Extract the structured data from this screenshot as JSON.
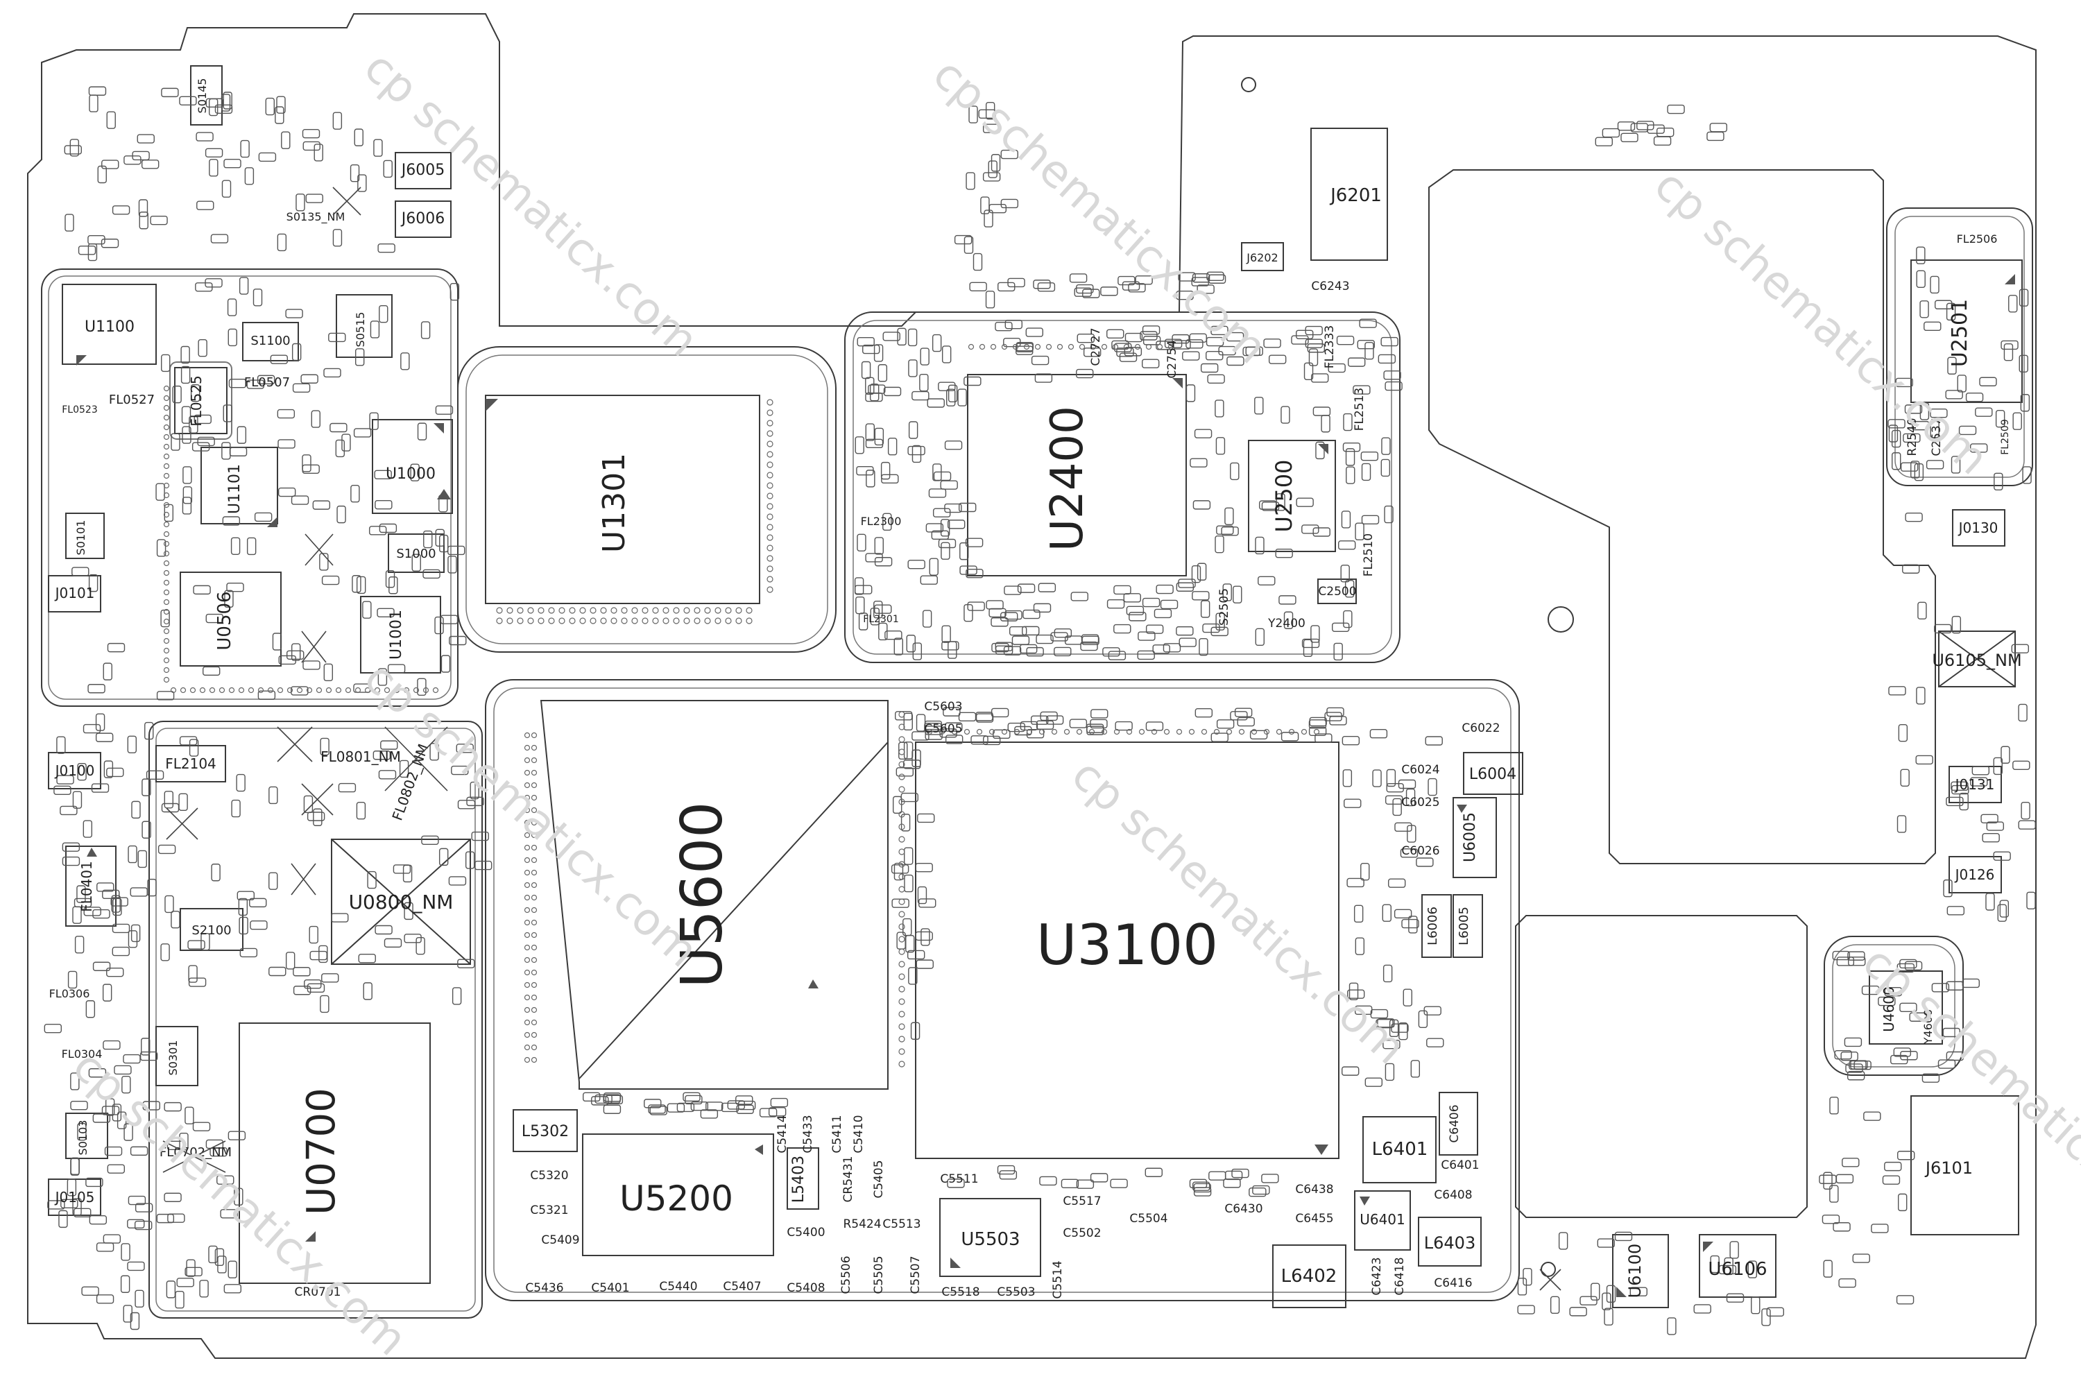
{
  "watermark": "cp schematicx.com",
  "chips": {
    "U3100": "U3100",
    "U5600": "U5600",
    "U2400": "U2400",
    "U1301": "U1301",
    "U0700": "U0700",
    "U5200": "U5200",
    "U2500": "U2500",
    "U2501": "U2501",
    "U0800_NM": "U0800_NM",
    "U6105_NM": "U6105_NM",
    "U6106": "U6106",
    "U6100": "U6100",
    "U5503": "U5503",
    "U6401": "U6401",
    "U6005": "U6005",
    "U4600": "U4600",
    "Y4600": "Y4600",
    "U1100": "U1100",
    "U1000": "U1000",
    "U1001": "U1001",
    "U1101": "U1101",
    "U0506": "U0506"
  },
  "connectors": {
    "J6201": "J6201",
    "J6101": "J6101",
    "J6005": "J6005",
    "J6006": "J6006",
    "J0101": "J0101",
    "J0100": "J0100",
    "J0105": "J0105",
    "J0130": "J0130",
    "J0131": "J0131",
    "J0126": "J0126",
    "J6202": "J6202"
  },
  "inductors": {
    "L6004": "L6004",
    "L6005": "L6005",
    "L6006": "L6006",
    "L6401": "L6401",
    "L6402": "L6402",
    "L6403": "L6403",
    "L5302": "L5302",
    "L5403": "L5403"
  },
  "filters": {
    "FL2104": "FL2104",
    "FL0401": "FL0401",
    "FL0306": "FL0306",
    "FL0304": "FL0304",
    "FL0525": "FL0525",
    "FL0527": "FL0527",
    "FL0507": "FL0507",
    "FL0523": "FL0523",
    "FL2300": "FL2300",
    "FL2301": "FL2301",
    "FL2506": "FL2506",
    "FL2509": "FL2509",
    "FL0801_NM": "FL0801_NM",
    "FL0802_NM": "FL0802_NM",
    "FL0702_NM": "FL0702_NM"
  },
  "switches": {
    "S2100": "S2100",
    "S1100": "S1100",
    "S1000": "S1000",
    "S0515": "S0515",
    "S0101": "S0101",
    "S0103": "S0103",
    "S0301": "S0301",
    "S0145": "S0145",
    "S0135_NM": "S0135_NM"
  },
  "caps_large": {
    "C6022": "C6022",
    "C6024": "C6024",
    "C6025": "C6025",
    "C6026": "C6026",
    "C6406": "C6406",
    "C6401": "C6401",
    "C6408": "C6408",
    "C6416": "C6416",
    "C6418": "C6418",
    "C6423": "C6423",
    "C6438": "C6438",
    "C6455": "C6455",
    "C6430": "C6430",
    "C6243": "C6243",
    "C2500": "C2500",
    "C2754": "C2754",
    "C2727": "C2727",
    "C2537": "C2537",
    "C5603": "C5603",
    "C5605": "C5605",
    "C5320": "C5320",
    "C5321": "C5321",
    "C5436": "C5436",
    "C5401": "C5401",
    "C5440": "C5440",
    "C5407": "C5407",
    "C5408": "C5408",
    "C5400": "C5400",
    "C5409": "C5409",
    "C5506": "C5506",
    "C5505": "C5505",
    "C5507": "C5507",
    "C5518": "C5518",
    "C5503": "C5503",
    "C5514": "C5514",
    "C5502": "C5502",
    "C5504": "C5504",
    "C5517": "C5517",
    "C5511": "C5511",
    "C5513": "C5513",
    "C5405": "C5405",
    "C5414": "C5414",
    "C5433": "C5433",
    "C5411": "C5411",
    "C5410": "C5410",
    "R5424": "R5424",
    "CR5431": "CR5431",
    "CR0701": "CR0701",
    "Y2400": "Y2400",
    "S2505": "S2505",
    "FL2513": "FL2513",
    "FL2510": "FL2510",
    "FL2333": "FL2333",
    "R2540": "R2540"
  },
  "colors": {
    "line": "#3a3a3a",
    "fine": "#777777",
    "background": "#ffffff",
    "watermark": "#d8d8d8"
  }
}
